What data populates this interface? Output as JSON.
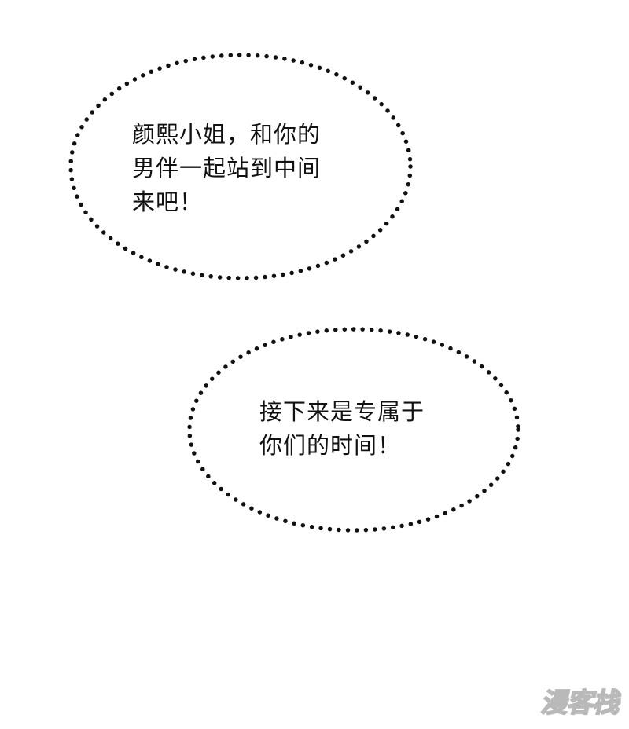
{
  "bubbles": [
    {
      "lines": [
        "颜熙小姐，和你的",
        "男伴一起站到中间",
        "来吧！"
      ]
    },
    {
      "lines": [
        "接下来是专属于",
        "你们的时间！"
      ]
    }
  ],
  "watermark": {
    "text": "漫客栈"
  },
  "colors": {
    "background": "#ffffff",
    "text": "#111111",
    "dots": "#111111"
  }
}
